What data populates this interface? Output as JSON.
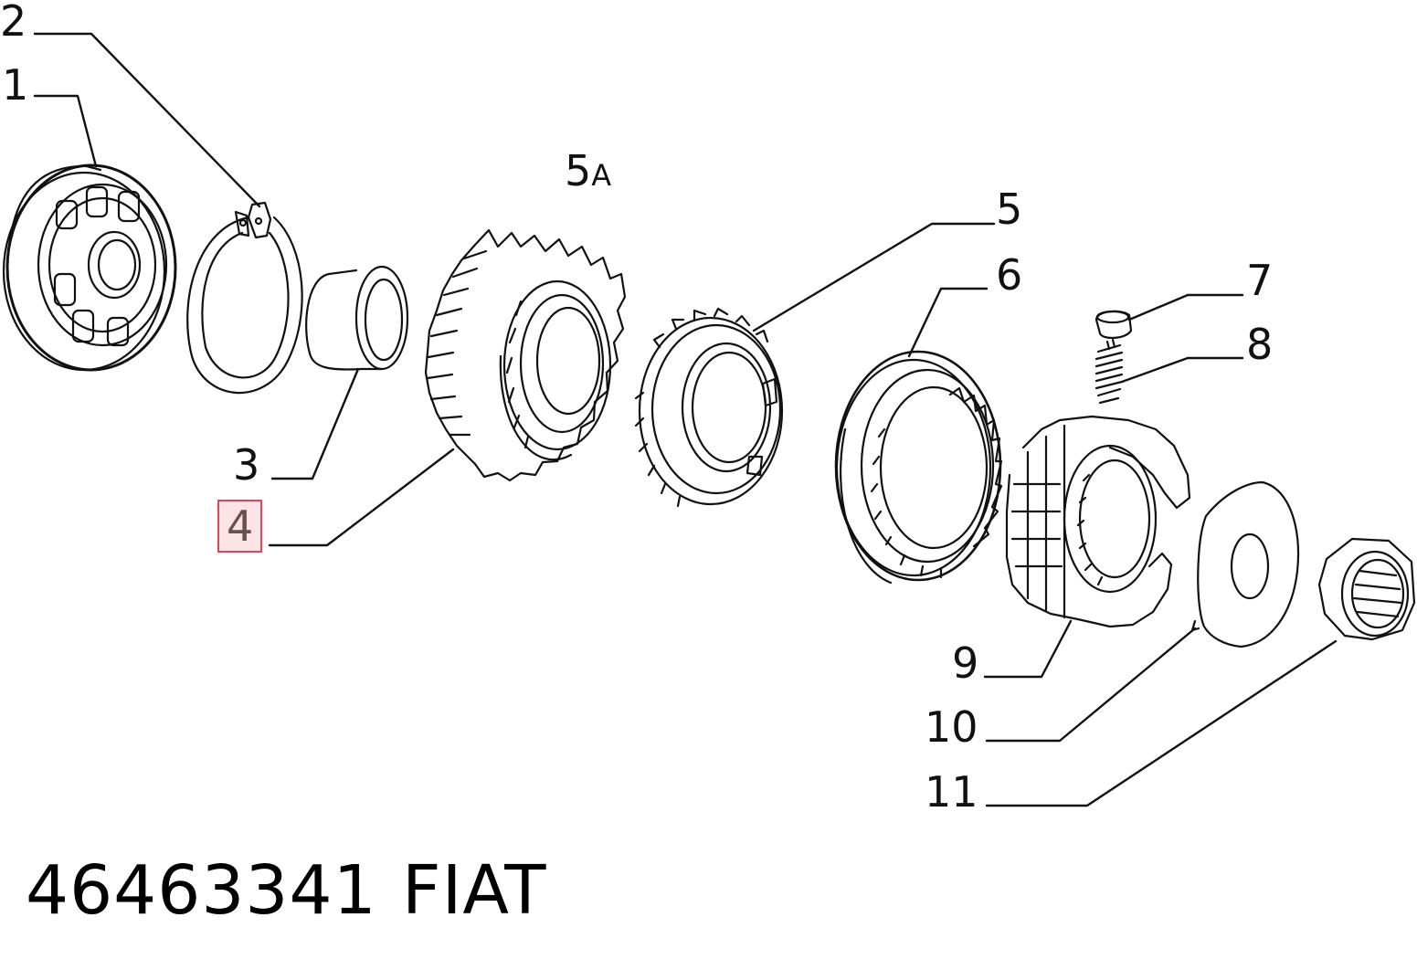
{
  "diagram": {
    "callouts": [
      {
        "id": "1",
        "label": "1",
        "highlighted": false
      },
      {
        "id": "2",
        "label": "2",
        "highlighted": false
      },
      {
        "id": "3",
        "label": "3",
        "highlighted": false
      },
      {
        "id": "4",
        "label": "4",
        "highlighted": true
      },
      {
        "id": "5",
        "label": "5",
        "highlighted": false
      },
      {
        "id": "5a",
        "label": "5",
        "suffix": "A",
        "highlighted": false
      },
      {
        "id": "6",
        "label": "6",
        "highlighted": false
      },
      {
        "id": "7",
        "label": "7",
        "highlighted": false
      },
      {
        "id": "8",
        "label": "8",
        "highlighted": false
      },
      {
        "id": "9",
        "label": "9",
        "highlighted": false
      },
      {
        "id": "10",
        "label": "10",
        "highlighted": false
      },
      {
        "id": "11",
        "label": "11",
        "highlighted": false
      }
    ],
    "parts": [
      {
        "callout": "1",
        "icon": "ball-bearing-icon"
      },
      {
        "callout": "2",
        "icon": "circlip-ring-icon"
      },
      {
        "callout": "3",
        "icon": "bushing-icon"
      },
      {
        "callout": "4",
        "icon": "helical-gear-icon"
      },
      {
        "callout": "5",
        "icon": "synchro-ring-icon"
      },
      {
        "callout": "6",
        "icon": "sliding-sleeve-icon"
      },
      {
        "callout": "7",
        "icon": "detent-pin-icon"
      },
      {
        "callout": "8",
        "icon": "spring-icon"
      },
      {
        "callout": "9",
        "icon": "synchro-hub-icon"
      },
      {
        "callout": "10",
        "icon": "washer-icon"
      },
      {
        "callout": "11",
        "icon": "nut-icon"
      }
    ],
    "highlight_color": "#e0455a"
  },
  "footer": {
    "part_number": "46463341",
    "brand": "FIAT"
  }
}
